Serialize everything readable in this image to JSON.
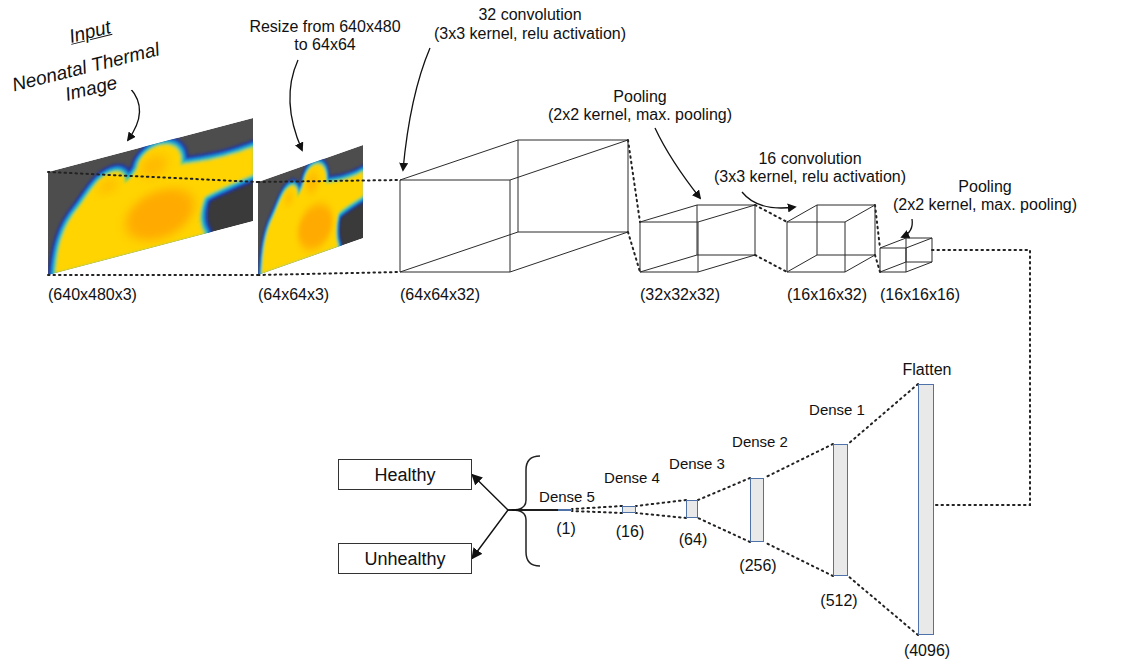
{
  "diagram": {
    "nodes": [
      {
        "text": [
          "(640x480x3)"
        ]
      },
      {
        "text": [
          "(64x64x3)"
        ]
      },
      {
        "text": [
          "(64x64x32)"
        ]
      },
      {
        "text": [
          "(32x32x32)"
        ]
      },
      {
        "text": [
          "(16x16x32)"
        ]
      },
      {
        "text": [
          "(16x16x16)"
        ]
      },
      {
        "text": [
          "Flatten",
          "(4096)"
        ]
      },
      {
        "text": [
          "Dense 1",
          "(512)"
        ]
      },
      {
        "text": [
          "Dense 2",
          "(256)"
        ]
      },
      {
        "text": [
          "Dense 3",
          "(64)"
        ]
      },
      {
        "text": [
          "Dense 4",
          "(16)"
        ]
      },
      {
        "text": [
          "Dense 5",
          "(1)"
        ]
      },
      {
        "text": [
          "Healthy"
        ]
      },
      {
        "text": [
          "Unhealthy"
        ]
      }
    ],
    "edges": [
      {
        "from": 0,
        "to": 1,
        "arrow": "none"
      },
      {
        "from": 1,
        "to": 2,
        "arrow": "none"
      },
      {
        "from": 2,
        "to": 3,
        "arrow": "none"
      },
      {
        "from": 3,
        "to": 4,
        "arrow": "none"
      },
      {
        "from": 4,
        "to": 5,
        "arrow": "none"
      },
      {
        "from": 5,
        "to": 6,
        "arrow": "none"
      },
      {
        "from": 6,
        "to": 7,
        "arrow": "none"
      },
      {
        "from": 7,
        "to": 8,
        "arrow": "none"
      },
      {
        "from": 8,
        "to": 9,
        "arrow": "none"
      },
      {
        "from": 9,
        "to": 10,
        "arrow": "none"
      },
      {
        "from": 10,
        "to": 11,
        "arrow": "none"
      },
      {
        "from": 11,
        "to": 12,
        "arrow": "to"
      },
      {
        "from": 11,
        "to": 13,
        "arrow": "to"
      }
    ],
    "labels": [
      "Input",
      "Neonatal Thermal Image",
      "Resize from 640x480 to 64x64",
      "32 convolution",
      "(3x3 kernel, relu activation)",
      "Pooling",
      "(2x2 kernel, max. pooling)",
      "16 convolution",
      "(3x3 kernel, relu activation)",
      "Pooling",
      "(2x2 kernel, max. pooling)"
    ]
  }
}
